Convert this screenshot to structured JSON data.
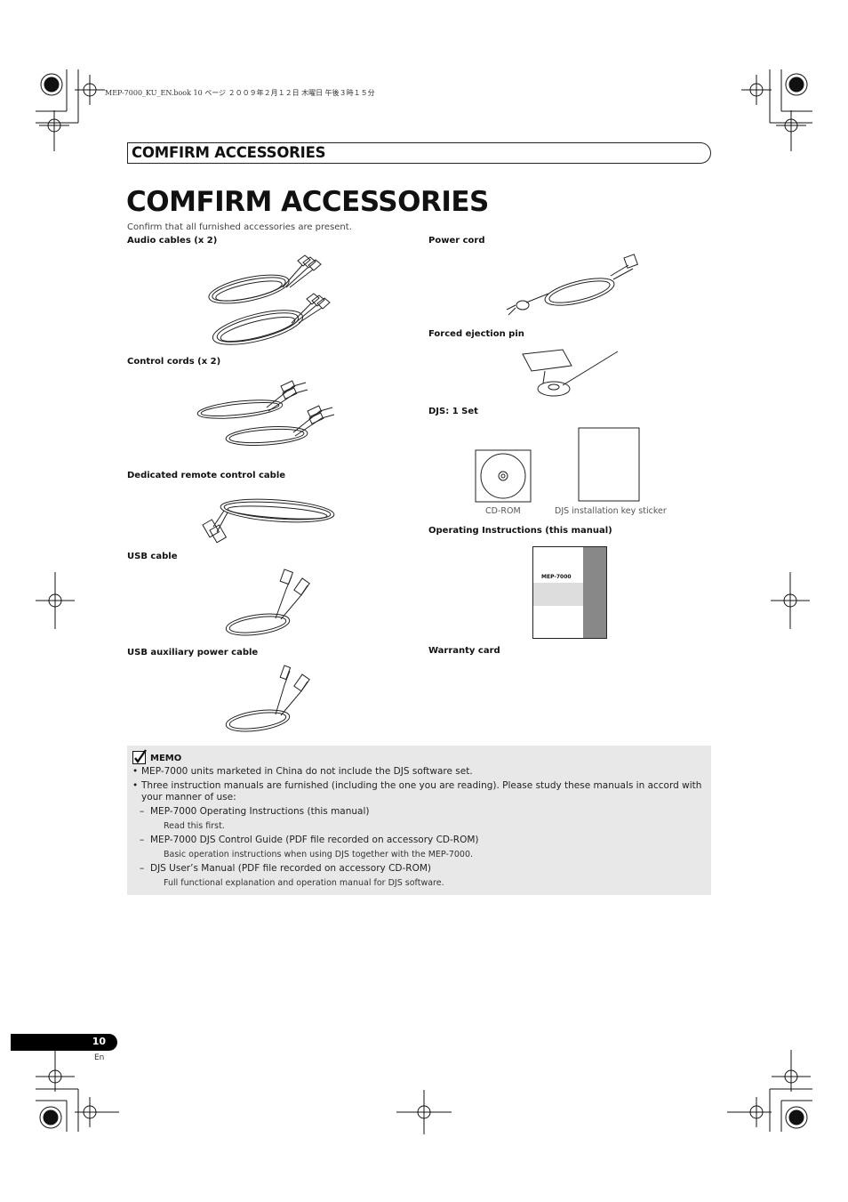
{
  "print_header": "MEP-7000_KU_EN.book  10 ページ  ２００９年２月１２日  木曜日  午後３時１５分",
  "section_tab": "COMFIRM ACCESSORIES",
  "title": "COMFIRM ACCESSORIES",
  "intro": "Confirm that all furnished accessories are present.",
  "items": {
    "audio_cables": "Audio cables (x 2)",
    "control_cords": "Control cords (x 2)",
    "remote_cable": "Dedicated remote control cable",
    "usb_cable": "USB cable",
    "usb_aux_power": "USB auxiliary power cable",
    "power_cord": "Power cord",
    "ejection_pin": "Forced ejection pin",
    "djs_set": "DJS: 1 Set",
    "cd_rom_caption": "CD-ROM",
    "key_sticker_caption": "DJS installation key sticker",
    "operating_instructions": "Operating Instructions (this manual)",
    "manual_cover_text": "MEP-7000",
    "warranty_card": "Warranty card"
  },
  "memo": {
    "label": "MEMO",
    "bullet1": "MEP-7000 units marketed in China do not include the DJS software set.",
    "bullet2": "Three instruction manuals are furnished (including the one you are reading). Please study these manuals in accord with your manner of use:",
    "manuals": [
      {
        "title": "MEP-7000 Operating Instructions (this manual)",
        "note": "Read this first."
      },
      {
        "title": "MEP-7000 DJS Control Guide (PDF file recorded on accessory CD-ROM)",
        "note": "Basic operation instructions when using DJS together with the MEP-7000."
      },
      {
        "title": "DJS User’s Manual (PDF file recorded on accessory CD-ROM)",
        "note": "Full functional explanation and operation manual for DJS software."
      }
    ],
    "dash": "–"
  },
  "page_number": "10",
  "lang": "En"
}
